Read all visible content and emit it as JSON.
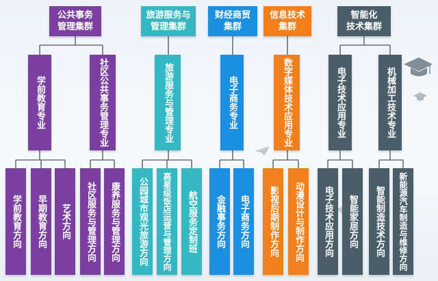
{
  "colors": {
    "purple": "#7b3fa0",
    "teal": "#35b8c4",
    "blue": "#1c8fe0",
    "orange": "#f07f1c",
    "slate": "#4a5e6a",
    "line": "#6b6f73"
  },
  "clusters": [
    {
      "id": "public",
      "title": "公共事务\n管理集群",
      "color": "#7b3fa0",
      "majors": [
        {
          "name": "学前教育专业",
          "directions": [
            "学前教育方向",
            "早期教育方向",
            "艺术方向"
          ]
        },
        {
          "name": "社区公共事务管理专业",
          "directions": [
            "社区服务与管理方向",
            "康养服务与管理方向"
          ]
        }
      ]
    },
    {
      "id": "tourism",
      "title": "旅游服务与\n管理集群",
      "color": "#35b8c4",
      "majors": [
        {
          "name": "旅游服务与管理专业",
          "directions": [
            "公园城市观光旅游方向",
            "高星级饭店运营与管理方向",
            "航空服务定制班"
          ]
        }
      ]
    },
    {
      "id": "finance",
      "title": "财经商贸\n集群",
      "color": "#1c8fe0",
      "majors": [
        {
          "name": "电子商务专业",
          "directions": [
            "金融事务方向",
            "电子商务方向"
          ]
        }
      ]
    },
    {
      "id": "it",
      "title": "信息技术\n集群",
      "color": "#f07f1c",
      "majors": [
        {
          "name": "数字媒体技术应用专业",
          "directions": [
            "影视后期制作方向",
            "动漫设计与制作方向"
          ]
        }
      ]
    },
    {
      "id": "smart",
      "title": "智能化\n技术集群",
      "color": "#4a5e6a",
      "majors": [
        {
          "name": "电子技术应用专业",
          "directions": [
            "电子技术应用方向",
            "智能家居方向"
          ]
        },
        {
          "name": "机械加工技术专业",
          "directions": [
            "智能制造技术方向",
            "新能源汽车制造与维修方向"
          ]
        }
      ]
    }
  ]
}
